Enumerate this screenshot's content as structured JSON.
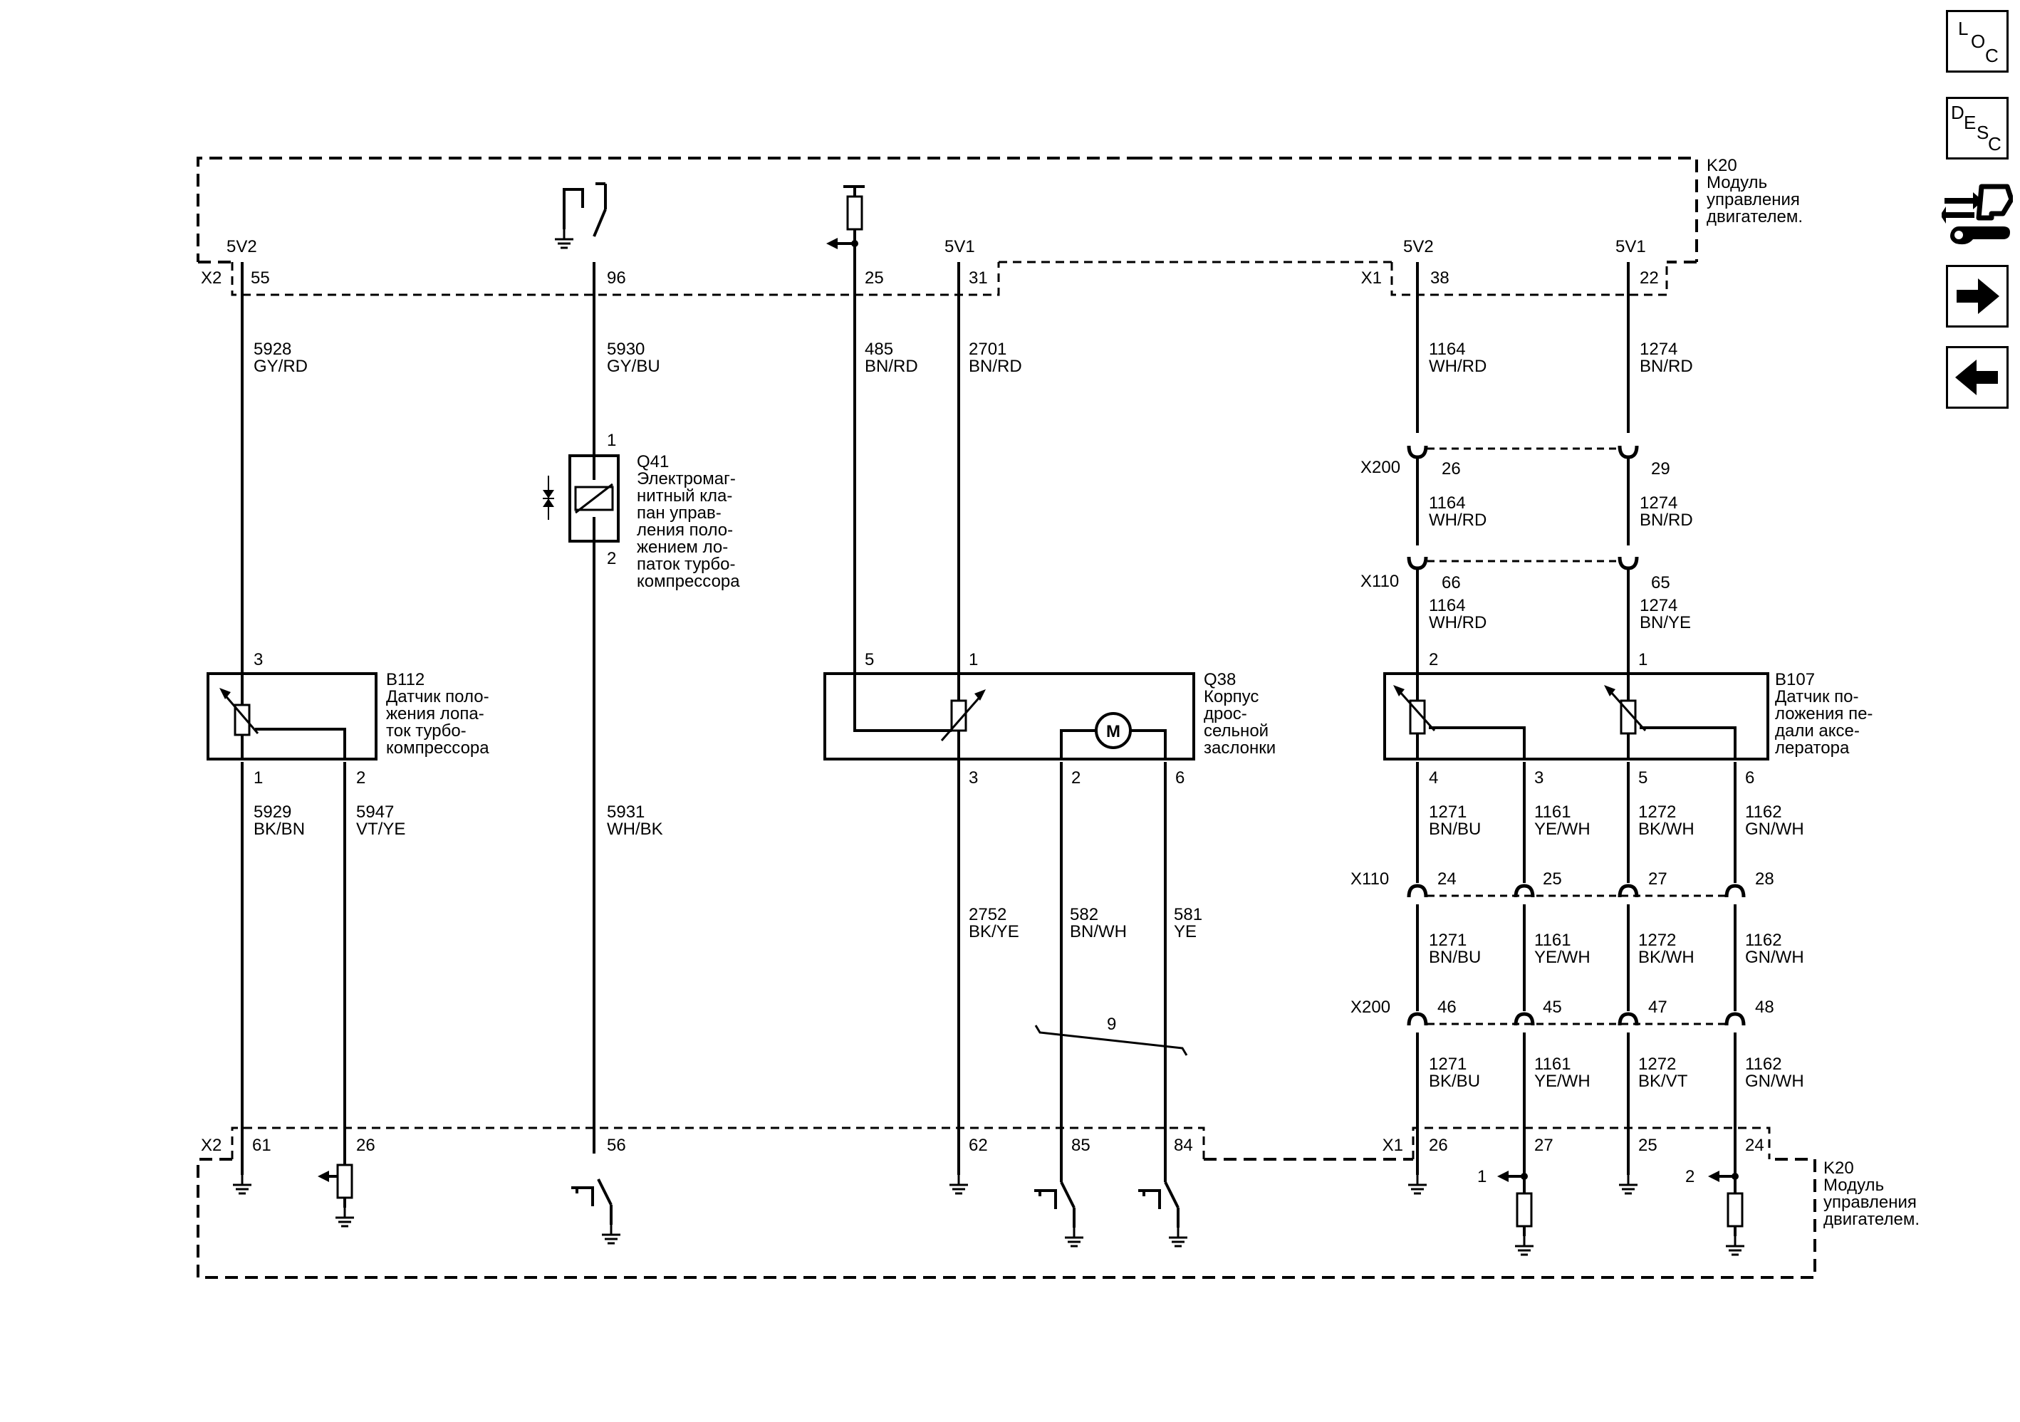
{
  "modules": {
    "top_ref": "K20",
    "top_lines": [
      "Модуль",
      "управления",
      "двигателем."
    ],
    "bottom_ref": "K20",
    "bottom_lines": [
      "Модуль",
      "управления",
      "двигателем."
    ]
  },
  "connectors": {
    "x2": "X2",
    "x1": "X1",
    "x200": "X200",
    "x110": "X110"
  },
  "supply": {
    "b112": "5V2",
    "q38": "5V1",
    "b107_a": "5V2",
    "b107_b": "5V1"
  },
  "pins_top": {
    "p55": "55",
    "p96": "96",
    "p25": "25",
    "p31": "31",
    "p38": "38",
    "p22": "22"
  },
  "wires_top": {
    "w5928_num": "5928",
    "w5928_col": "GY/RD",
    "w5930_num": "5930",
    "w5930_col": "GY/BU",
    "w485_num": "485",
    "w485_col": "BN/RD",
    "w2701_num": "2701",
    "w2701_col": "BN/RD",
    "w1164a_num": "1164",
    "w1164a_col": "WH/RD",
    "w1274a_num": "1274",
    "w1274a_col": "BN/RD"
  },
  "x200_upper": {
    "p26": "26",
    "p29": "29"
  },
  "wires_mid": {
    "w1164b_num": "1164",
    "w1164b_col": "WH/RD",
    "w1274b_num": "1274",
    "w1274b_col": "BN/RD"
  },
  "x110_upper": {
    "p66": "66",
    "p65": "65"
  },
  "wires_mid2": {
    "w1164c_num": "1164",
    "w1164c_col": "WH/RD",
    "w1274c_num": "1274",
    "w1274c_col": "BN/YE"
  },
  "q41": {
    "ref": "Q41",
    "lines": [
      "Электромаг-",
      "нитный кла-",
      "пан управ-",
      "ления поло-",
      "жением ло-",
      "паток турбо-",
      "компрессора"
    ],
    "pin1": "1",
    "pin2": "2"
  },
  "b112": {
    "ref": "B112",
    "lines": [
      "Датчик поло-",
      "жения лопа-",
      "ток турбо-",
      "компрессора"
    ],
    "pin3": "3",
    "pin1": "1",
    "pin2": "2"
  },
  "q38": {
    "ref": "Q38",
    "lines": [
      "Корпус",
      "дрос-",
      "сельной",
      "заслонки"
    ],
    "pin5": "5",
    "pin1": "1",
    "pin3": "3",
    "pin2": "2",
    "pin6": "6",
    "motor": "M"
  },
  "b107": {
    "ref": "B107",
    "lines": [
      "Датчик по-",
      "ложения пе-",
      "дали аксе-",
      "лератора"
    ],
    "pin2": "2",
    "pin1": "1",
    "pin4": "4",
    "pin3": "3",
    "pin5": "5",
    "pin6": "6"
  },
  "wires_low": {
    "w5929_num": "5929",
    "w5929_col": "BK/BN",
    "w5947_num": "5947",
    "w5947_col": "VT/YE",
    "w5931_num": "5931",
    "w5931_col": "WH/BK",
    "w2752_num": "2752",
    "w2752_col": "BK/YE",
    "w582_num": "582",
    "w582_col": "BN/WH",
    "w581_num": "581",
    "w581_col": "YE",
    "w1271a_num": "1271",
    "w1271a_col": "BN/BU",
    "w1161a_num": "1161",
    "w1161a_col": "YE/WH",
    "w1272a_num": "1272",
    "w1272a_col": "BK/WH",
    "w1162a_num": "1162",
    "w1162a_col": "GN/WH"
  },
  "x110_lower": {
    "p24": "24",
    "p25": "25",
    "p27": "27",
    "p28": "28"
  },
  "wires_low2": {
    "w1271b_num": "1271",
    "w1271b_col": "BN/BU",
    "w1161b_num": "1161",
    "w1161b_col": "YE/WH",
    "w1272b_num": "1272",
    "w1272b_col": "BK/WH",
    "w1162b_num": "1162",
    "w1162b_col": "GN/WH"
  },
  "x200_lower": {
    "p46": "46",
    "p45": "45",
    "p47": "47",
    "p48": "48"
  },
  "wires_low3": {
    "w1271c_num": "1271",
    "w1271c_col": "BK/BU",
    "w1161c_num": "1161",
    "w1161c_col": "YE/WH",
    "w1272c_num": "1272",
    "w1272c_col": "BK/VT",
    "w1162c_num": "1162",
    "w1162c_col": "GN/WH"
  },
  "twist_label": "9",
  "pins_bottom": {
    "p61": "61",
    "p26": "26",
    "p56": "56",
    "p62": "62",
    "p85": "85",
    "p84": "84",
    "p26b": "26",
    "p27": "27",
    "p25": "25",
    "p24": "24"
  },
  "refs_bottom": {
    "r1": "1",
    "r2": "2"
  },
  "nav": {
    "loc": [
      "L",
      "O",
      "C"
    ],
    "desc": [
      "D",
      "E",
      "S",
      "C"
    ],
    "icons": [
      "connector-wrench-icon",
      "arrow-right-icon",
      "arrow-left-icon"
    ]
  }
}
